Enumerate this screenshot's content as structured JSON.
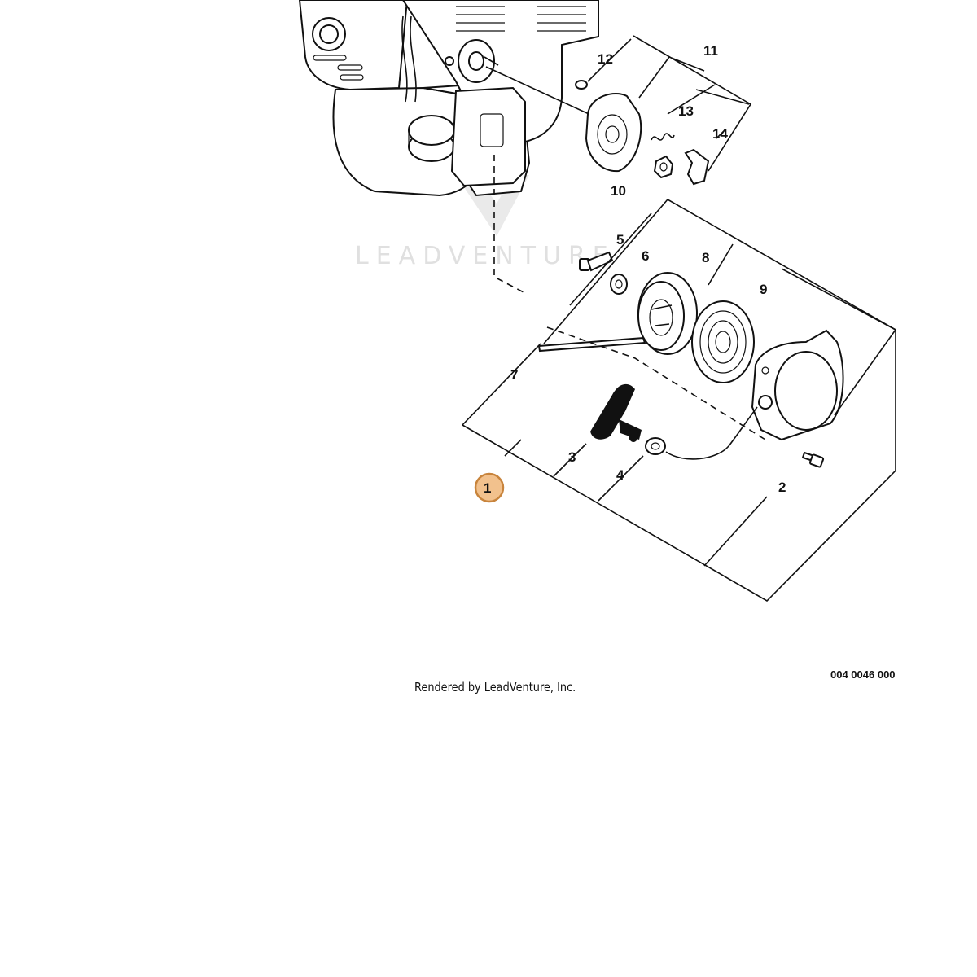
{
  "diagram": {
    "callouts": [
      "1",
      "2",
      "3",
      "4",
      "5",
      "6",
      "7",
      "8",
      "9",
      "10",
      "11",
      "12",
      "13",
      "14"
    ],
    "highlighted_callout": "1",
    "watermark_text": "LEADVENTURE",
    "drawing_number": "004 0046 000",
    "credit": "Rendered by LeadVenture, Inc.",
    "colors": {
      "highlight_fill": "#f2c18d",
      "highlight_stroke": "#c8843c",
      "line": "#111111"
    }
  }
}
